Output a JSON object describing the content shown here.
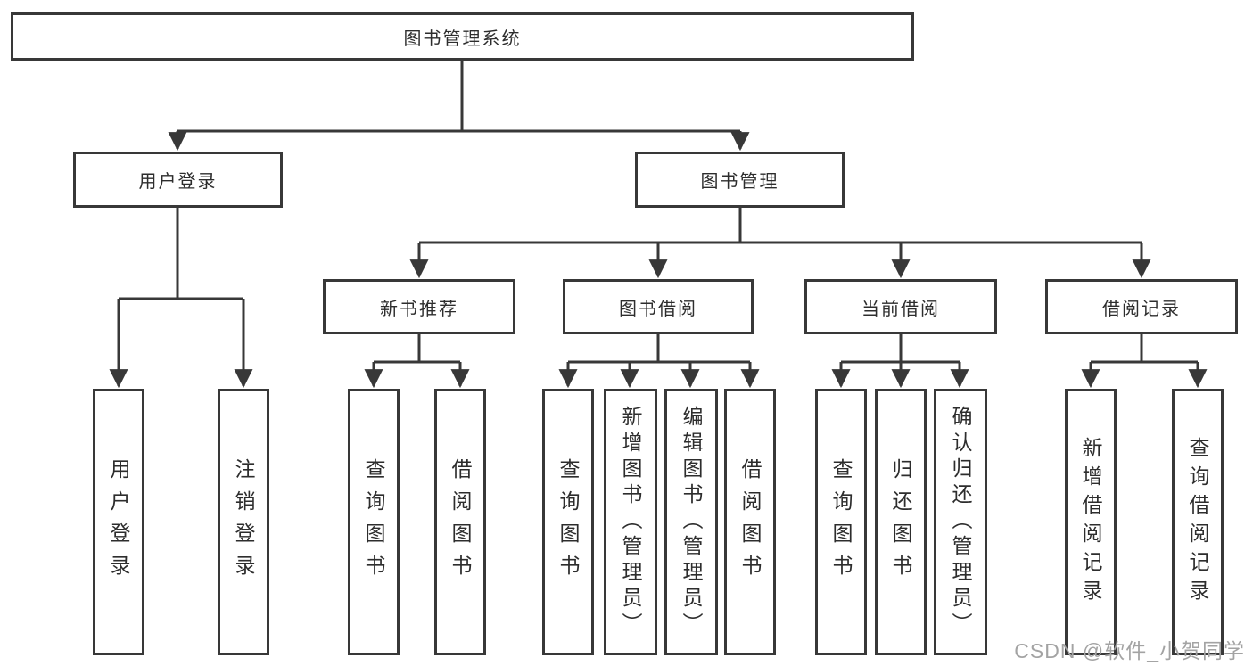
{
  "title": "图书管理系统",
  "watermark": "CSDN @软件_小贺同学",
  "colors": {
    "line": "#383838",
    "border": "#383838",
    "text": "#2d2d2d",
    "background": "#ffffff",
    "watermark": "#a3a3a3"
  },
  "nodes": {
    "root": "图书管理系统",
    "user_login": "用户登录",
    "book_manage": "图书管理",
    "new_book_rec": "新书推荐",
    "book_borrow": "图书借阅",
    "current_borrow": "当前借阅",
    "borrow_record": "借阅记录",
    "ul_login": "用户登录",
    "ul_logout": "注销登录",
    "nr_query": "查询图书",
    "nr_borrow": "借阅图书",
    "bb_query": "查询图书",
    "bb_add": "新增图书（管理员）",
    "bb_edit": "编辑图书（管理员）",
    "bb_borrow": "借阅图书",
    "cb_query": "查询图书",
    "cb_return": "归还图书",
    "cb_confirm": "确认归还（管理员）",
    "br_add": "新增借阅记录",
    "br_query": "查询借阅记录"
  }
}
